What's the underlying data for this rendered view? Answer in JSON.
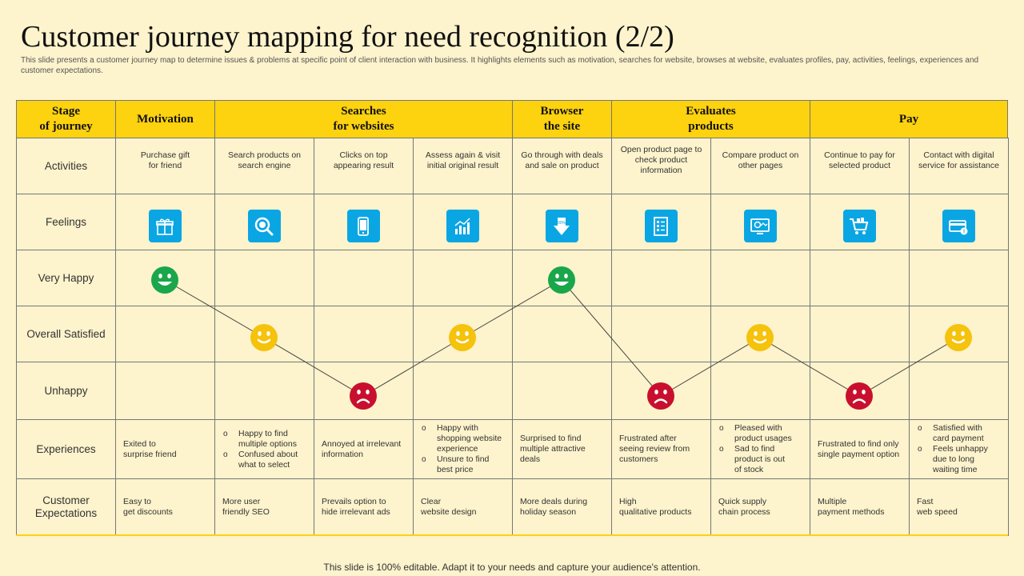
{
  "title": "Customer journey mapping for need recognition (2/2)",
  "subtitle": "This slide presents a customer journey map to determine issues & problems at specific point of client interaction with business. It highlights elements such as motivation, searches for website, browses at website, evaluates profiles, pay, activities, feelings, experiences and customer expectations.",
  "headers": {
    "stage": "Stage\nof  journey",
    "motivation": "Motivation",
    "searches": "Searches\nfor websites",
    "browser": "Browser\nthe site",
    "evaluates": "Evaluates\nproducts",
    "pay": "Pay"
  },
  "row_labels": {
    "activities": "Activities",
    "feelings": "Feelings",
    "very_happy": "Very Happy",
    "satisfied": "Overall Satisfied",
    "unhappy": "Unhappy",
    "experiences": "Experiences",
    "expectations": "Customer\nExpectations"
  },
  "activities": [
    "Purchase gift\nfor friend",
    "Search products on\nsearch engine",
    "Clicks on top\nappearing result",
    "Assess again & visit\ninitial original result",
    "Go through with deals\nand sale on product",
    "Open product page to\ncheck product\ninformation",
    "Compare product on\nother pages",
    "Continue to pay for\nselected product",
    "Contact with digital\nservice for assistance"
  ],
  "feeling_icons": [
    "gift-icon",
    "search-icon",
    "mobile-icon",
    "chart-icon",
    "discount-icon",
    "checklist-icon",
    "monitor-icon",
    "cart-icon",
    "card-icon"
  ],
  "emotions": [
    "very_happy",
    "satisfied",
    "unhappy",
    "satisfied",
    "very_happy",
    "unhappy",
    "satisfied",
    "unhappy",
    "satisfied"
  ],
  "emotion_colors": {
    "very_happy": "#1aa64a",
    "satisfied": "#f5c20c",
    "unhappy": "#c8102e"
  },
  "experiences": [
    {
      "text": "Exited to\nsurprise friend"
    },
    {
      "bullets": [
        "Happy to find\nmultiple options",
        "Confused about\nwhat to select"
      ]
    },
    {
      "text": "Annoyed at irrelevant\ninformation"
    },
    {
      "bullets": [
        "Happy with\nshopping website\nexperience",
        "Unsure to find\nbest price"
      ]
    },
    {
      "text": "Surprised to find\nmultiple attractive\ndeals"
    },
    {
      "text": "Frustrated after\nseeing review from\ncustomers"
    },
    {
      "bullets": [
        "Pleased with\nproduct usages",
        "Sad to find\nproduct is out\nof stock"
      ]
    },
    {
      "text": "Frustrated to find only\nsingle payment option"
    },
    {
      "bullets": [
        "Satisfied with\ncard payment",
        "Feels unhappy\ndue to long\nwaiting time"
      ]
    }
  ],
  "expectations": [
    "Easy to\nget discounts",
    "More user\nfriendly SEO",
    "Prevails option to\nhide irrelevant ads",
    "Clear\nwebsite design",
    "More deals during\nholiday season",
    "High\nqualitative products",
    "Quick supply\nchain process",
    "Multiple\npayment methods",
    "Fast\nweb speed"
  ],
  "footer": "This slide is 100% editable. Adapt it to your needs and capture your audience's attention.",
  "colors": {
    "header_bg": "#fdd20f",
    "page_bg": "#fdf3cc",
    "icon_bg": "#0aa6e4"
  }
}
